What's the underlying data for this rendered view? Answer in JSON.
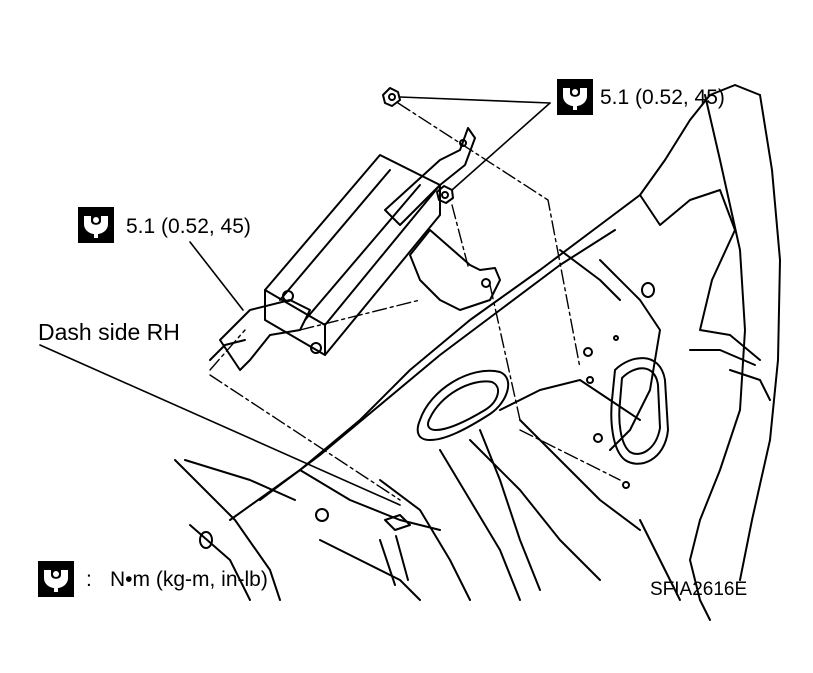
{
  "labels": {
    "torque_top": "5.1 (0.52, 45)",
    "torque_left": "5.1 (0.52, 45)",
    "dash_side": "Dash side RH",
    "legend_sep": ":",
    "legend_units": "N•m  (kg-m,  in-lb)",
    "figure_code": "SFIA2616E"
  },
  "icons": {
    "torque": "torque-wrench-symbol-icon"
  },
  "colors": {
    "ink": "#000000",
    "paper": "#ffffff"
  }
}
